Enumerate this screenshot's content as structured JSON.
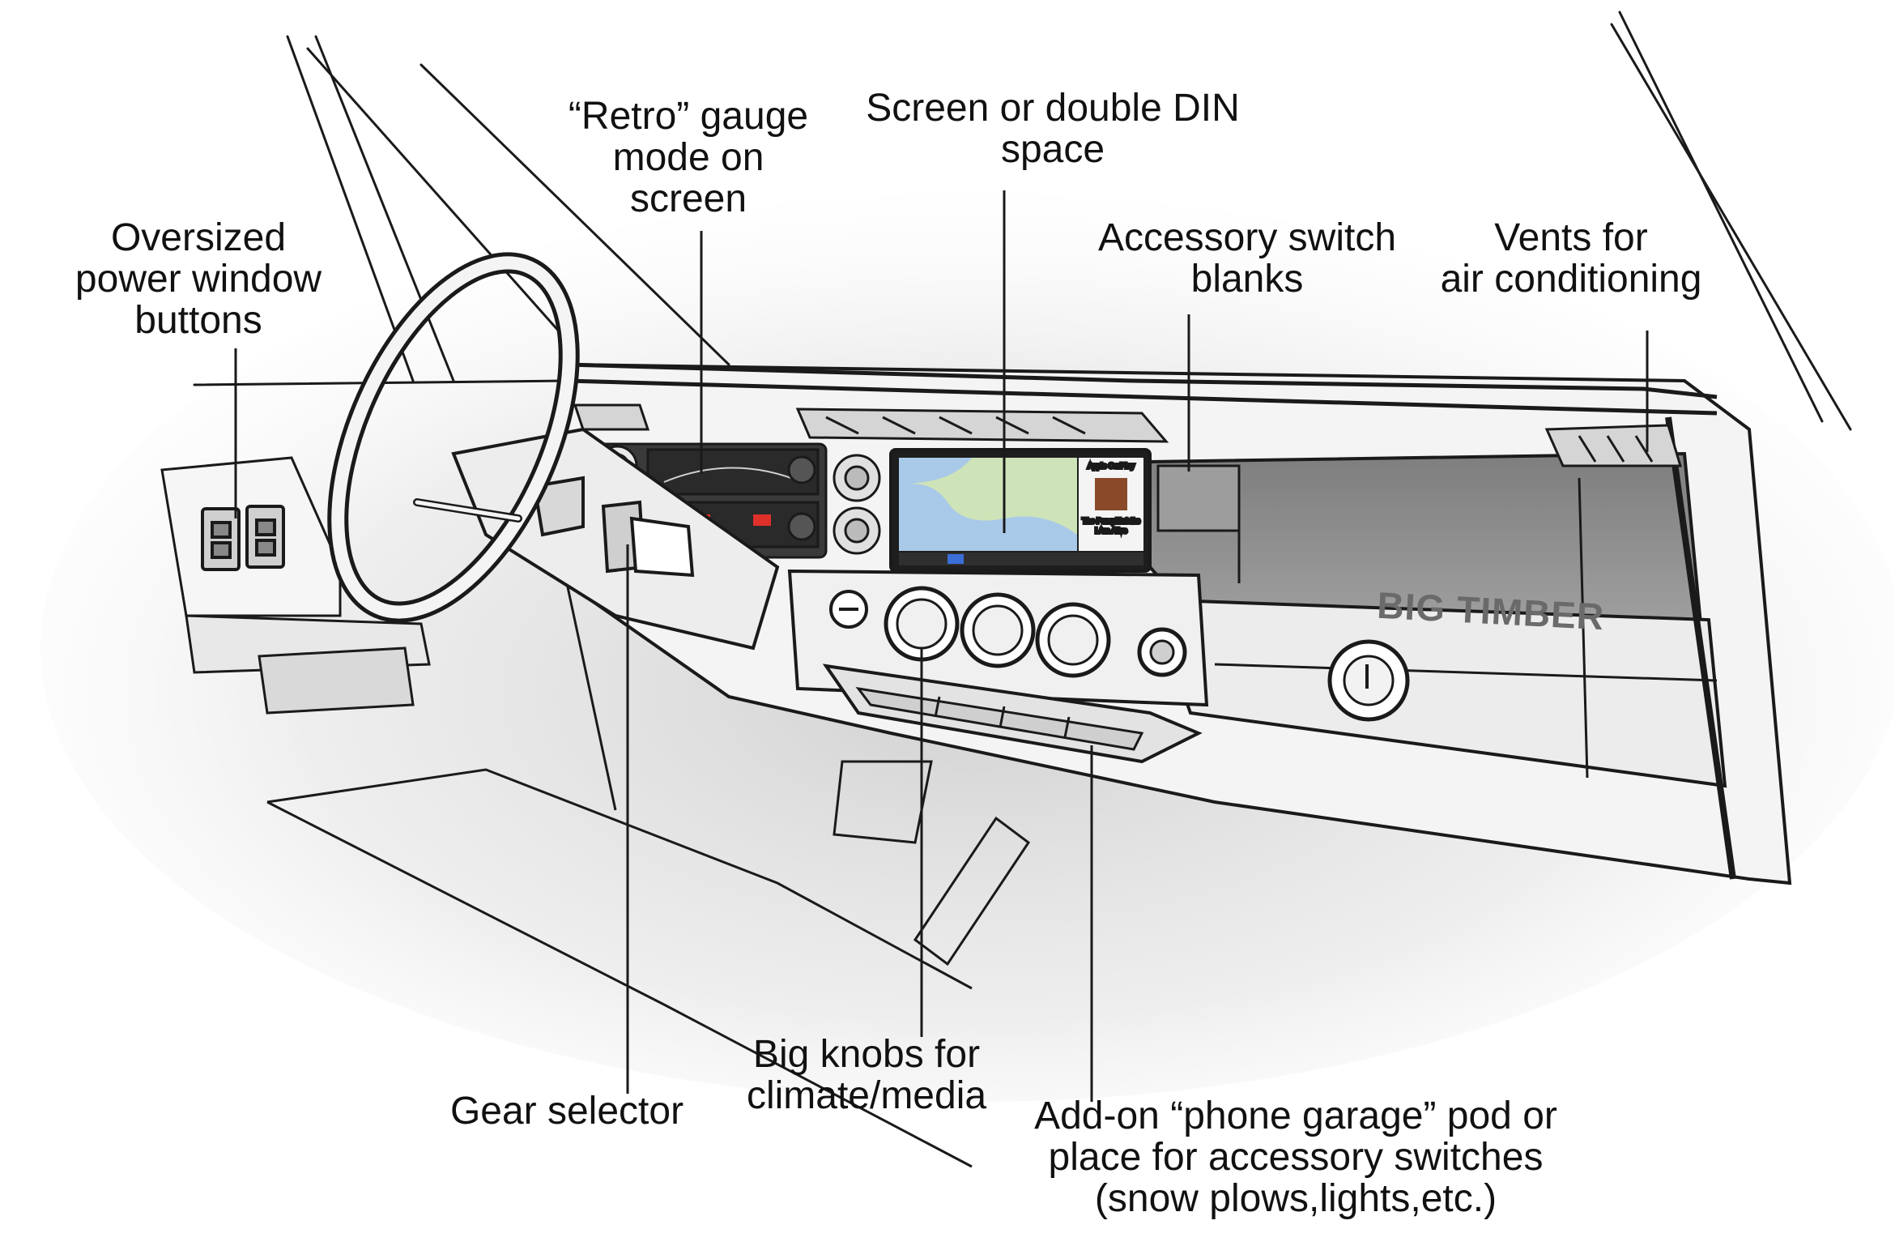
{
  "labels": {
    "power_window": [
      "Oversized",
      "power window",
      "buttons"
    ],
    "retro_gauge": [
      "“Retro” gauge",
      "mode on",
      "screen"
    ],
    "screen_din": [
      "Screen or double DIN",
      "space"
    ],
    "accessory_blanks": [
      "Accessory switch",
      "blanks"
    ],
    "vents": [
      "Vents for",
      "air conditioning"
    ],
    "gear_selector": [
      "Gear selector"
    ],
    "big_knobs": [
      "Big knobs for",
      "climate/media"
    ],
    "phone_garage": [
      "Add-on “phone garage” pod or",
      "place for accessory switches",
      "(snow plows,lights,etc.)"
    ]
  },
  "dash": {
    "brand_badge": "BIG TIMBER",
    "infotainment": {
      "track_line_1": "The Pumpkinfolks",
      "track_line_2": "I Am Alive",
      "app_title": "Apple CarPlay"
    }
  },
  "colors": {
    "ink": "#1a1a1a",
    "shade": "#9a9a9a",
    "dash_panel": "#8c8c8c",
    "map_land": "#cfe3b8",
    "map_water": "#a9c9e8",
    "warning_red": "#e0302a"
  }
}
